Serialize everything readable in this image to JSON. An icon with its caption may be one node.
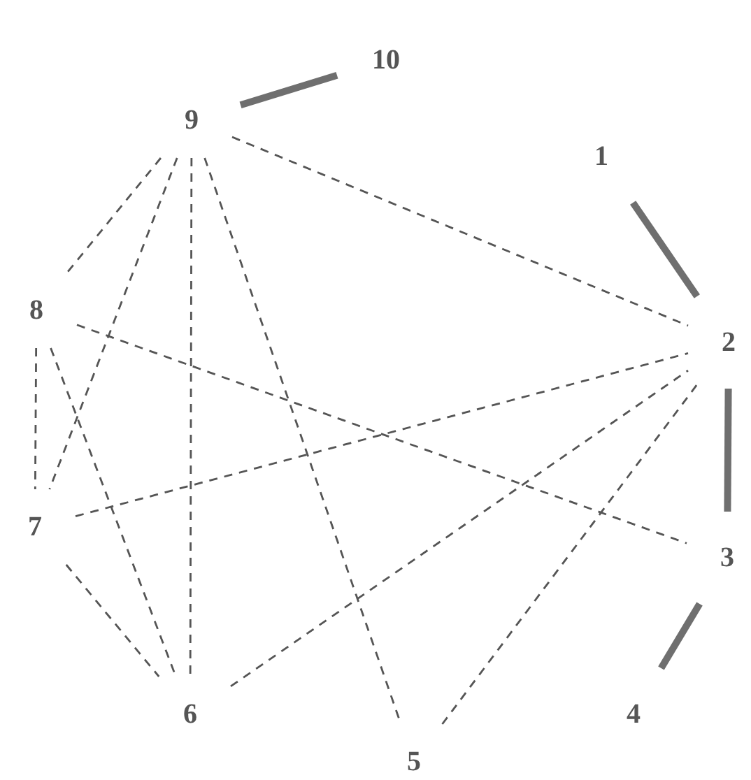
{
  "diagram": {
    "nodes": [
      {
        "text": [
          "1"
        ]
      },
      {
        "text": [
          "2"
        ]
      },
      {
        "text": [
          "3"
        ]
      },
      {
        "text": [
          "4"
        ]
      },
      {
        "text": [
          "5"
        ]
      },
      {
        "text": [
          "6"
        ]
      },
      {
        "text": [
          "7"
        ]
      },
      {
        "text": [
          "8"
        ]
      },
      {
        "text": [
          "9"
        ]
      },
      {
        "text": [
          "10"
        ]
      }
    ],
    "edges": [
      {
        "from": 8,
        "to": 9,
        "arrow": "none",
        "style": "thick"
      },
      {
        "from": 0,
        "to": 1,
        "arrow": "none",
        "style": "thick"
      },
      {
        "from": 1,
        "to": 2,
        "arrow": "none",
        "style": "thick"
      },
      {
        "from": 2,
        "to": 3,
        "arrow": "none",
        "style": "thick"
      },
      {
        "from": 8,
        "to": 7,
        "arrow": "none",
        "style": "dashed"
      },
      {
        "from": 7,
        "to": 6,
        "arrow": "none",
        "style": "dashed"
      },
      {
        "from": 6,
        "to": 5,
        "arrow": "none",
        "style": "dashed"
      },
      {
        "from": 8,
        "to": 1,
        "arrow": "none",
        "style": "dashed"
      },
      {
        "from": 8,
        "to": 6,
        "arrow": "none",
        "style": "dashed"
      },
      {
        "from": 8,
        "to": 5,
        "arrow": "none",
        "style": "dashed"
      },
      {
        "from": 8,
        "to": 4,
        "arrow": "none",
        "style": "dashed"
      },
      {
        "from": 7,
        "to": 5,
        "arrow": "none",
        "style": "dashed"
      },
      {
        "from": 7,
        "to": 2,
        "arrow": "none",
        "style": "dashed"
      },
      {
        "from": 6,
        "to": 1,
        "arrow": "none",
        "style": "dashed"
      },
      {
        "from": 5,
        "to": 1,
        "arrow": "none",
        "style": "dashed"
      },
      {
        "from": 4,
        "to": 1,
        "arrow": "none",
        "style": "dashed"
      }
    ]
  }
}
